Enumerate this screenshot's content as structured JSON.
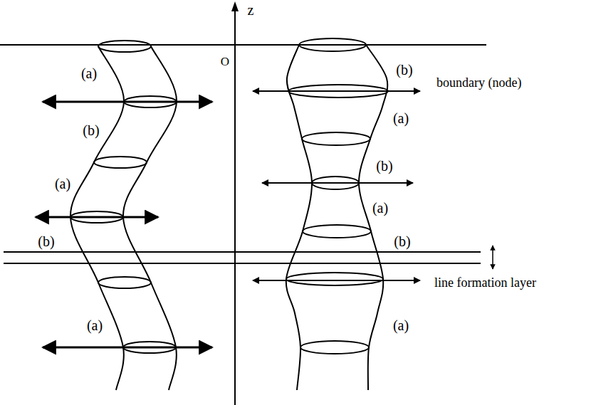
{
  "diagram": {
    "labels": [
      "z",
      "O",
      "boundary (node)",
      "line formation layer",
      "(a)",
      "(b)",
      "(a)",
      "(b)",
      "(a)",
      "(b)",
      "(a)",
      "(b)",
      "(a)",
      "(b)",
      "(a)"
    ]
  }
}
